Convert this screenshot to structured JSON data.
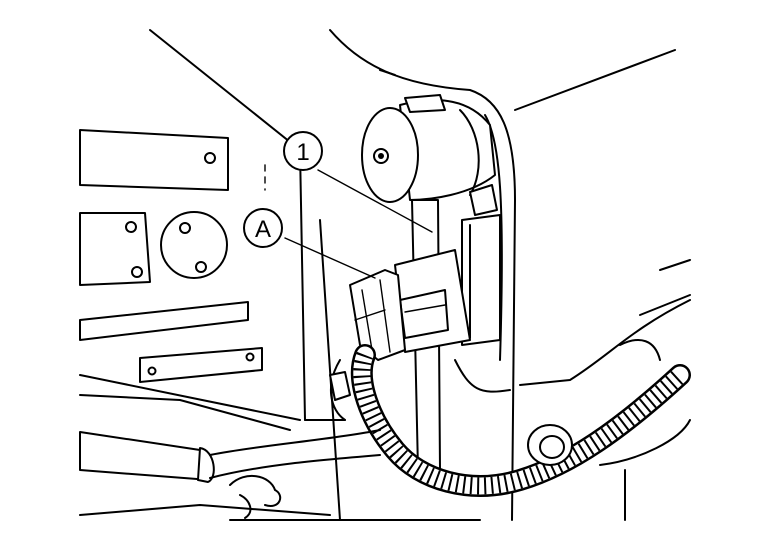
{
  "callouts": [
    {
      "id": "callout-1",
      "text": "1"
    },
    {
      "id": "callout-A",
      "text": "A"
    }
  ]
}
